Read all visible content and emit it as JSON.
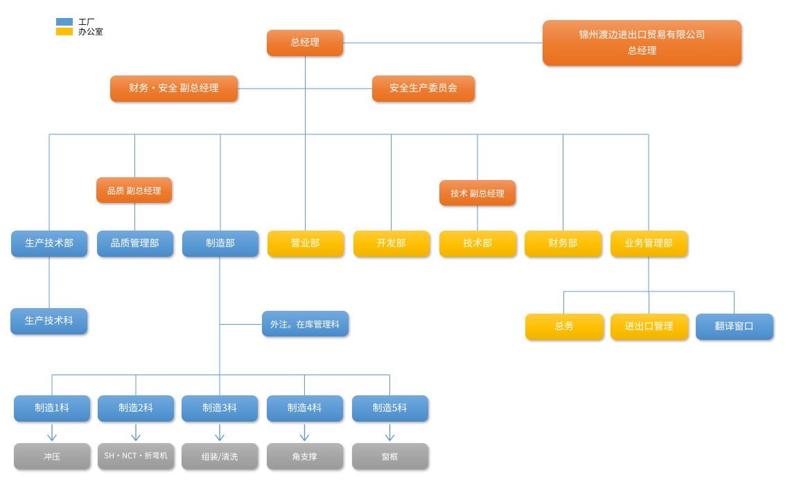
{
  "legend": {
    "items": [
      {
        "label": "工厂",
        "color": "#5B9BD5",
        "meaning": "factory"
      },
      {
        "label": "办公室",
        "color": "#FFC000",
        "meaning": "office"
      }
    ]
  },
  "colors": {
    "factory_blue": "#5B9BD5",
    "office_yellow": "#FFC000",
    "executive_orange": "#ED7D31",
    "process_gray": "#A5A5A5",
    "connector_blue": "#5B9BD5",
    "node_text": "#FFFFFF",
    "legend_text": "#000000",
    "background": "#FFFFFF"
  },
  "chart": {
    "general_manager": {
      "label": "总经理"
    },
    "company_general_manager": {
      "lines": [
        "锦州渡边进出口贸易有限公司",
        "总经理"
      ]
    },
    "finance_safety_vp": {
      "label": "财务・安全 副总经理"
    },
    "safety_committee": {
      "label": "安全生产委员会"
    },
    "quality_vp": {
      "label": "品质 副总经理"
    },
    "technology_vp": {
      "label": "技术 副总经理"
    },
    "departments": [
      {
        "label": "生产技术部",
        "type": "factory"
      },
      {
        "label": "品质管理部",
        "type": "factory"
      },
      {
        "label": "制造部",
        "type": "factory"
      },
      {
        "label": "营业部",
        "type": "office"
      },
      {
        "label": "开发部",
        "type": "office"
      },
      {
        "label": "技术部",
        "type": "office"
      },
      {
        "label": "财务部",
        "type": "office"
      },
      {
        "label": "业务管理部",
        "type": "office"
      }
    ],
    "production_technology_section": {
      "label": "生产技术科",
      "type": "factory"
    },
    "outsourcing_inventory_section": {
      "label": "外注。在库管理科",
      "type": "factory"
    },
    "admin_sections": [
      {
        "label": "总务",
        "type": "office"
      },
      {
        "label": "进出口管理",
        "type": "office"
      },
      {
        "label": "翻译窗口",
        "type": "factory"
      }
    ],
    "manufacturing_sections": [
      {
        "label": "制造1科"
      },
      {
        "label": "制造2科"
      },
      {
        "label": "制造3科"
      },
      {
        "label": "制造4科"
      },
      {
        "label": "制造5科"
      }
    ],
    "processes": [
      {
        "label": "冲压"
      },
      {
        "label": "SH・NCT・折弯机"
      },
      {
        "label": "组装/清洗"
      },
      {
        "label": "角支撑"
      },
      {
        "label": "窗框"
      }
    ]
  }
}
